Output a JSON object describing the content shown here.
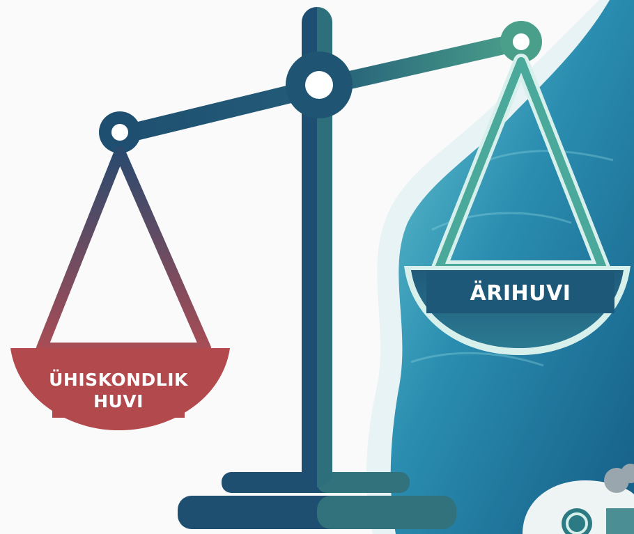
{
  "left_pan": {
    "line1": "ÜHISKONDLIK",
    "line2": "HUVI",
    "color": "#b24a4d"
  },
  "right_pan": {
    "label": "ÄRIHUVI",
    "color": "#1e5878"
  },
  "colors": {
    "beam_dark": "#1f4f70",
    "beam_teal": "#3e8a83",
    "water_deep": "#1c6a8f",
    "water_light": "#4fb6c8",
    "background": "#fafafa"
  },
  "icons": [
    "balance-scale-icon",
    "water-wave-icon",
    "factory-icon",
    "coin-icon"
  ]
}
